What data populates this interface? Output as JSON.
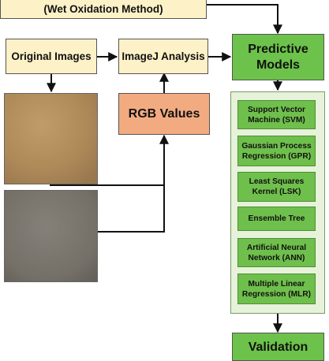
{
  "top_box": {
    "line1": "(Wet Oxidation Method)"
  },
  "original_images": "Original Images",
  "imagej_analysis": "ImageJ Analysis",
  "rgb_values": "RGB Values",
  "predictive_models": {
    "line1": "Predictive",
    "line2": "Models"
  },
  "models": [
    {
      "line1": "Support Vector",
      "line2": "Machine (SVM)"
    },
    {
      "line1": "Gaussian Process",
      "line2": "Regression (GPR)"
    },
    {
      "line1": "Least Squares",
      "line2": "Kernel (LSK)"
    },
    {
      "line1": "Ensemble Tree",
      "line2": ""
    },
    {
      "line1": "Artificial Neural",
      "line2": "Network (ANN)"
    },
    {
      "line1": "Multiple Linear",
      "line2": "Regression (MLR)"
    }
  ],
  "validation": "Validation",
  "colors": {
    "cream": "#fdf1c7",
    "salmon": "#f2ab80",
    "green": "#6cc24a",
    "light_green": "#e7f2db"
  }
}
